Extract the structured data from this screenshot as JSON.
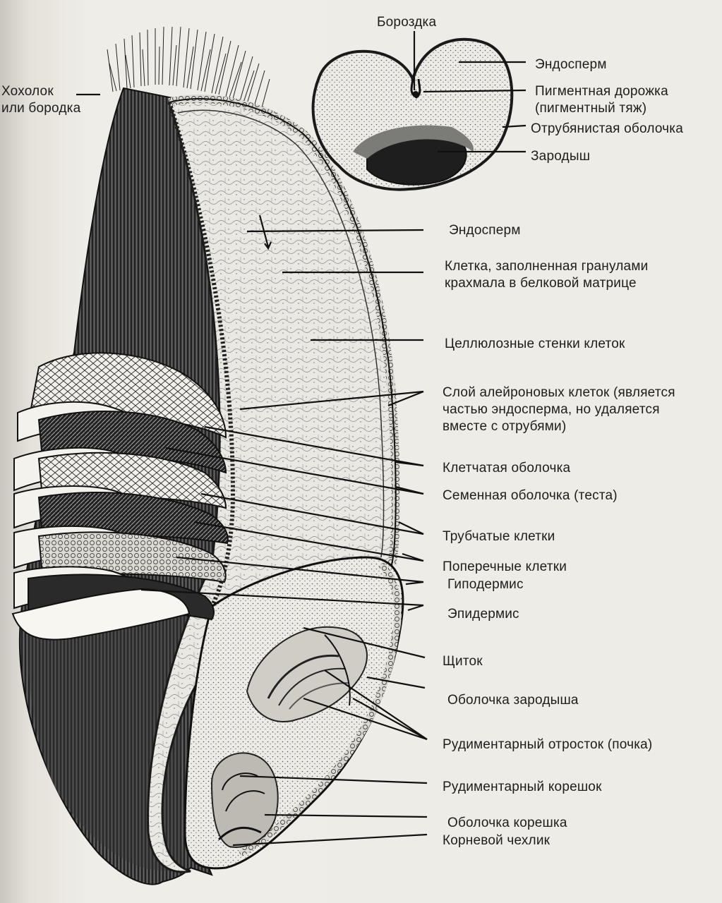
{
  "labels": {
    "tuft": [
      "Хохолок",
      "или бородка"
    ],
    "crease": "Бороздка",
    "cs_endosperm": "Эндосперм",
    "pigment_strand": [
      "Пигментная дорожка",
      "(пигментный тяж)"
    ],
    "bran_coat": "Отрубянистая оболочка",
    "cs_germ": "Зародыш",
    "endosperm": "Эндосперм",
    "starch_cell": [
      "Клетка, заполненная гранулами",
      "крахмала в белковой матрице"
    ],
    "cellulose_walls": "Целлюлозные стенки клеток",
    "aleurone": [
      "Слой алейроновых клеток (является",
      "частью эндосперма, но удаляется",
      "вместе с отрубями)"
    ],
    "nucellar": "Клетчатая оболочка",
    "testa": "Семенная оболочка (теста)",
    "tube_cells": "Трубчатые клетки",
    "cross_cells": "Поперечные клетки",
    "hypodermis": "Гиподермис",
    "epidermis": "Эпидермис",
    "scutellum": "Щиток",
    "coleoptile": "Оболочка зародыша",
    "plumule": "Рудиментарный отросток (почка)",
    "radicle": "Рудиментарный корешок",
    "coleorhiza": "Оболочка корешка",
    "root_cap": "Корневой чехлик"
  },
  "colors": {
    "ink": "#1a1a1a",
    "paper": "#eeece6",
    "dark_fill": "#2b2b2b",
    "light_fill": "#e6e4dd",
    "mid_fill": "#9a9894"
  }
}
